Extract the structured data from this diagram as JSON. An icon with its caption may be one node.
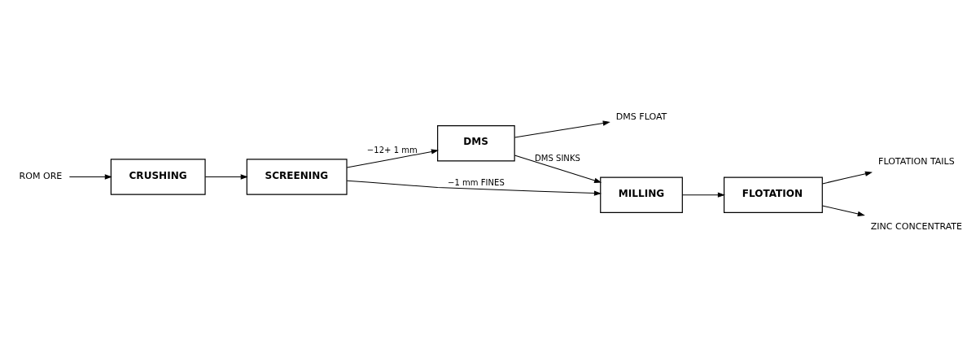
{
  "diagram": {
    "nodes": [
      {
        "text": [
          "ROM ORE"
        ]
      },
      {
        "text": [
          "CRUSHING"
        ]
      },
      {
        "text": [
          "SCREENING"
        ]
      },
      {
        "text": [
          "DMS"
        ]
      },
      {
        "text": [
          "DMS FLOAT"
        ]
      },
      {
        "text": [
          "MILLING"
        ]
      },
      {
        "text": [
          "FLOTATION"
        ]
      },
      {
        "text": [
          "FLOTATION TAILS"
        ]
      },
      {
        "text": [
          "ZINC CONCENTRATE"
        ]
      }
    ],
    "edges": [
      {
        "from": 0,
        "to": 1,
        "arrow": "to"
      },
      {
        "from": 1,
        "to": 2,
        "arrow": "to"
      },
      {
        "from": 2,
        "to": 3,
        "label": "−12+ 1 mm",
        "arrow": "to"
      },
      {
        "from": 3,
        "to": 4,
        "arrow": "to"
      },
      {
        "from": 3,
        "to": 5,
        "label": "DMS SINKS",
        "arrow": "to"
      },
      {
        "from": 2,
        "to": 5,
        "label": "−1 mm FINES",
        "arrow": "to"
      },
      {
        "from": 5,
        "to": 6,
        "arrow": "to"
      },
      {
        "from": 6,
        "to": 7,
        "arrow": "to"
      },
      {
        "from": 6,
        "to": 8,
        "arrow": "to"
      }
    ]
  }
}
